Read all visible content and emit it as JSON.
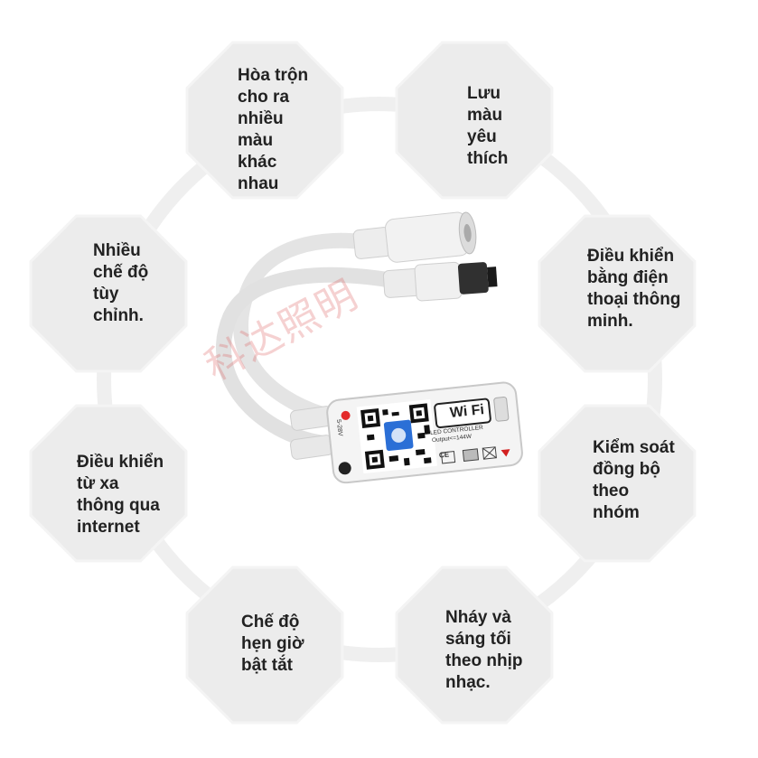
{
  "colors": {
    "octagon_fill": "#ececec",
    "octagon_edge": "#f4f4f4",
    "ring": "#efefef",
    "text": "#222222",
    "controller_led_red": "#e32b2b",
    "controller_accent_blue": "#2b6fd6",
    "controller_arrow_red": "#d22020"
  },
  "features": [
    {
      "id": "mix-colors",
      "text": "Hòa trộn\ncho ra\nnhiều\nmàu\nkhác\nnhau"
    },
    {
      "id": "save-favorite",
      "text": "Lưu\nmàu\nyêu\nthích"
    },
    {
      "id": "smartphone-control",
      "text": "Điều khiển\nbằng điện\nthoại thông\nminh."
    },
    {
      "id": "group-sync",
      "text": "Kiểm soát\nđồng bộ\ntheo\nnhóm"
    },
    {
      "id": "music-flash",
      "text": "Nháy và\nsáng tối\ntheo nhịp\nnhạc."
    },
    {
      "id": "timer-mode",
      "text": "Chế độ\nhẹn giờ\nbật tắt"
    },
    {
      "id": "remote-internet",
      "text": "Điều khiển\ntừ xa\nthông qua\ninternet"
    },
    {
      "id": "custom-modes",
      "text": "Nhiều\nchế độ\ntùy\nchỉnh."
    }
  ],
  "controller": {
    "brand": "Wi Fi",
    "model_label": "LED CONTROLLER",
    "output_label": "Output<=144W",
    "voltage_label": "5-28V",
    "ce_mark": "CE"
  },
  "watermark_text": "科达照明"
}
